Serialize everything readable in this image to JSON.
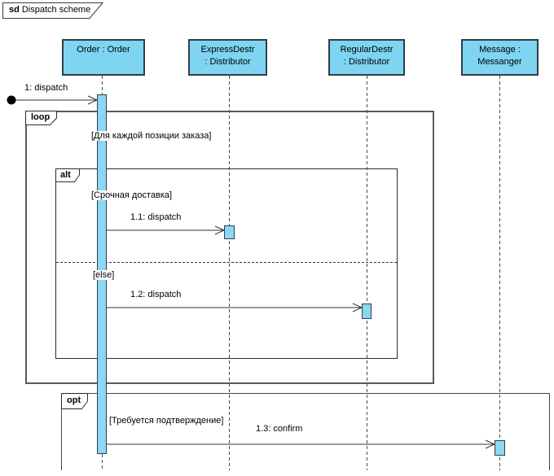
{
  "frame": {
    "operator": "sd",
    "title": "Dispatch scheme"
  },
  "lifelines": [
    {
      "id": "order",
      "line1": "Order : Order",
      "line2": ""
    },
    {
      "id": "express",
      "line1": "ExpressDestr",
      "line2": ": Distributor"
    },
    {
      "id": "regular",
      "line1": "RegularDestr",
      "line2": ": Distributor"
    },
    {
      "id": "messanger",
      "line1": "Message :",
      "line2": "Messanger"
    }
  ],
  "fragments": [
    {
      "operator": "loop",
      "guard": "[Для каждой позиции заказа]"
    },
    {
      "operator": "alt",
      "guard": "[Срочная доставка]",
      "else_label": "[else]"
    },
    {
      "operator": "opt",
      "guard": "[Требуется подтверждение]"
    }
  ],
  "messages": [
    {
      "label": "1: dispatch",
      "from": "found",
      "to": "order"
    },
    {
      "label": "1.1: dispatch",
      "from": "order",
      "to": "express"
    },
    {
      "label": "1.2: dispatch",
      "from": "order",
      "to": "regular"
    },
    {
      "label": "1.3: confirm",
      "from": "order",
      "to": "messanger"
    }
  ],
  "colors": {
    "lifeline_fill": "#7ed4f1",
    "lifeline_border": "#2e3f48",
    "activation_fill": "#8bd7f4",
    "frame_border": "#4a4a4a"
  }
}
